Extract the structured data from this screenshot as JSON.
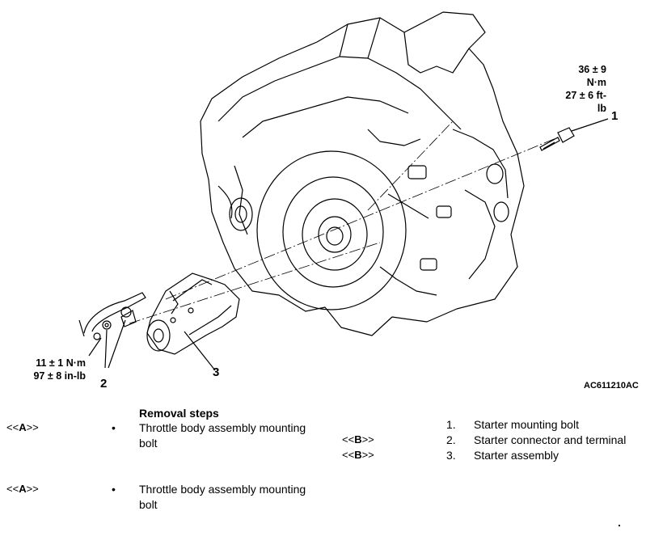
{
  "figure": {
    "callouts": {
      "torque_bolt_1": [
        "36 ± 9 N·m",
        "27 ± 6 ft-lb"
      ],
      "torque_bolt_2": [
        "11 ± 1 N·m",
        "97 ± 8 in-lb"
      ],
      "label_1": "1",
      "label_2": "2",
      "label_3": "3"
    },
    "figure_code": "AC611210AC"
  },
  "procedure": {
    "heading": "Removal steps",
    "left_items": [
      {
        "ref_open": "<<",
        "ref_letter": "A",
        "ref_close": ">>",
        "bullet": "•",
        "text": "Throttle body assembly mounting bolt"
      },
      {
        "ref_open": "<<",
        "ref_letter": "A",
        "ref_close": ">>",
        "bullet": "•",
        "text": "Throttle body assembly mounting bolt"
      }
    ],
    "right_items": [
      {
        "ref": "",
        "number": "1.",
        "text": "Starter mounting bolt"
      },
      {
        "ref_open": "<<",
        "ref_letter": "B",
        "ref_close": ">>",
        "number": "2.",
        "text": "Starter connector and terminal"
      },
      {
        "ref_open": "<<",
        "ref_letter": "B",
        "ref_close": ">>",
        "number": "3.",
        "text": "Starter assembly"
      }
    ]
  }
}
